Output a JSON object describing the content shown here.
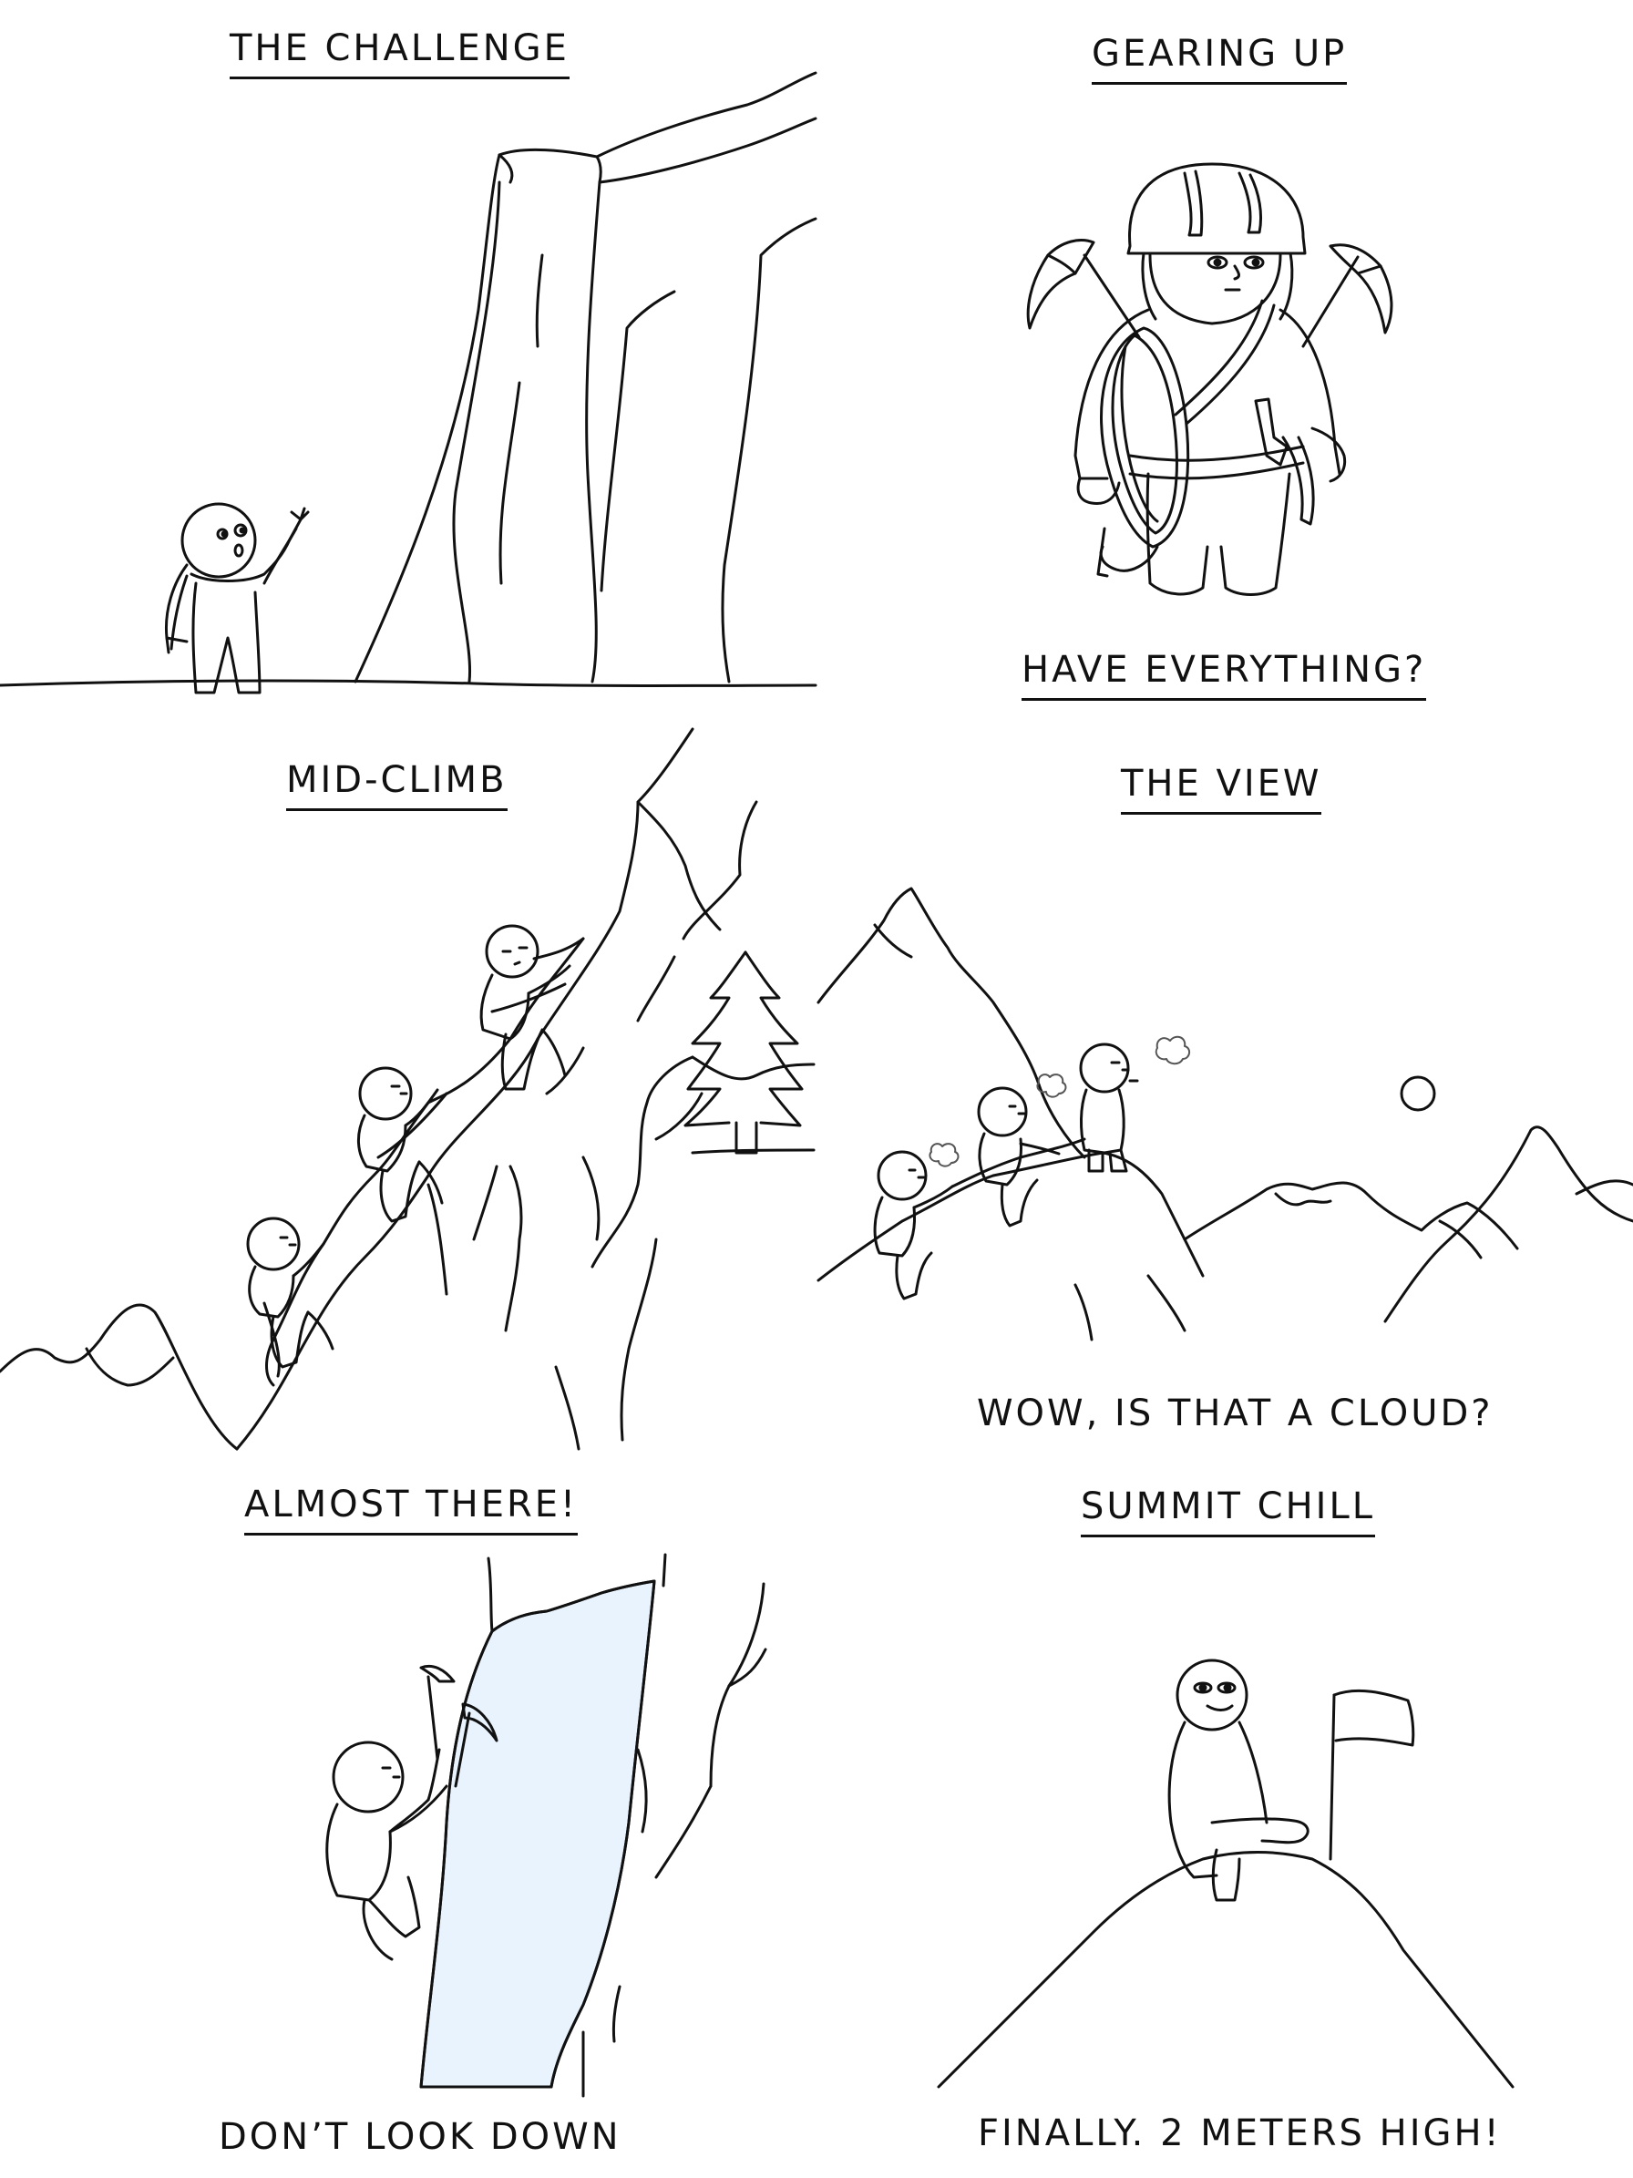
{
  "panels": [
    {
      "title": "THE CHALLENGE",
      "caption": ""
    },
    {
      "title": "GEARING UP",
      "caption": "HAVE EVERYTHING?"
    },
    {
      "title": "MID-CLIMB",
      "caption": ""
    },
    {
      "title": "THE VIEW",
      "caption": "WOW, IS THAT A CLOUD?"
    },
    {
      "title": "ALMOST THERE!",
      "caption": "DON’T LOOK DOWN"
    },
    {
      "title": "SUMMIT CHILL",
      "caption": "FINALLY. 2 METERS HIGH!"
    }
  ],
  "colors": {
    "ink": "#111111",
    "ice": "#e8f3fd",
    "background": "#ffffff"
  }
}
